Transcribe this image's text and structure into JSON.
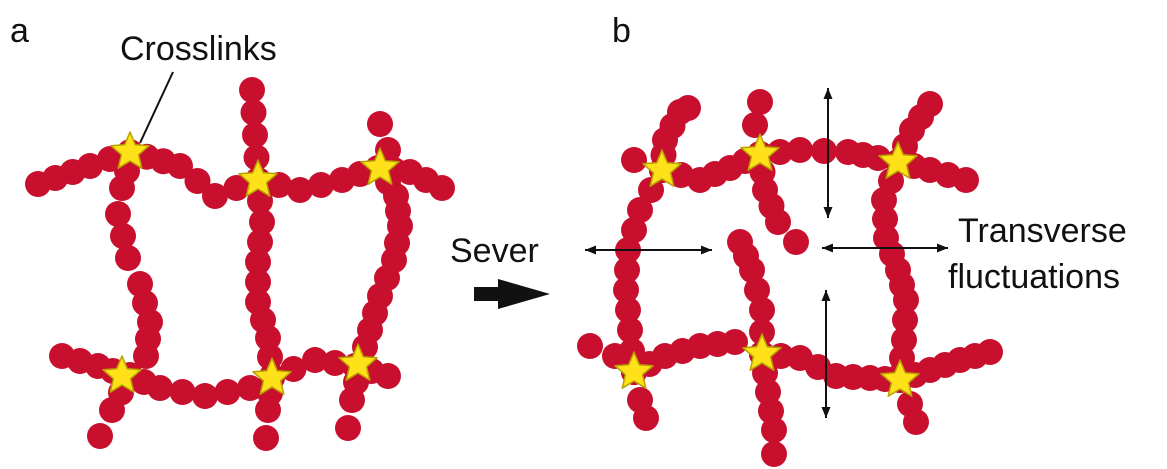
{
  "panel_a": {
    "label": "a",
    "crosslinks_label": "Crosslinks"
  },
  "panel_b": {
    "label": "b",
    "transverse_line1": "Transverse",
    "transverse_line2": "fluctuations"
  },
  "sever_label": "Sever",
  "colors": {
    "bead": "#c8102e",
    "crosslink_star": "#ffe11a",
    "crosslink_star_outline": "#b8a000",
    "arrow": "#111111"
  },
  "icons": {
    "crosslink": "star-icon",
    "monomer": "bead-icon",
    "sever_arrow": "right-arrow-icon",
    "fluctuation_arrow": "double-arrow-icon"
  }
}
